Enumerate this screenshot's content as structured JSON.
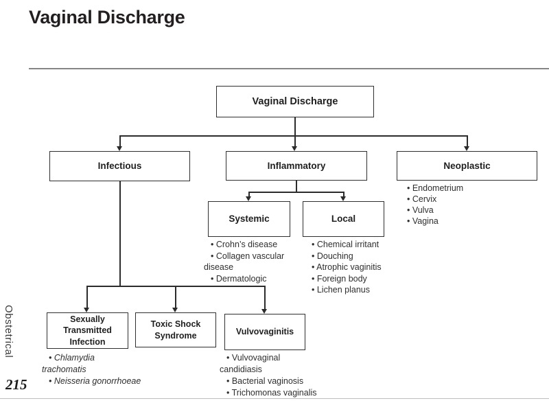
{
  "page": {
    "title": "Vaginal Discharge",
    "sidebar_label": "Obstetrical",
    "page_number": "215"
  },
  "flowchart": {
    "root_label": "Vaginal Discharge",
    "infectious_label": "Infectious",
    "inflammatory_label": "Inflammatory",
    "neoplastic_label": "Neoplastic",
    "neoplastic_items": [
      "Endometrium",
      "Cervix",
      "Vulva",
      "Vagina"
    ],
    "systemic_label": "Systemic",
    "systemic_items": [
      "Crohn’s disease",
      "Collagen vascular\ndisease",
      "Dermatologic"
    ],
    "local_label": "Local",
    "local_items": [
      "Chemical irritant",
      "Douching",
      "Atrophic vaginitis",
      "Foreign body",
      "Lichen planus"
    ],
    "sti_label": "Sexually Transmitted Infection",
    "sti_items": [
      "Chlamydia\ntrachomatis",
      "Neisseria gonorrhoeae"
    ],
    "tss_label": "Toxic Shock Syndrome",
    "vulvovaginitis_label": "Vulvovaginitis",
    "vulvovaginitis_items": [
      "Vulvovaginal\ncandidiasis",
      "Bacterial vaginosis",
      "Trichomonas vaginalis"
    ]
  },
  "colors": {
    "connector": "#2b2b2b",
    "rule": "#858585",
    "text": "#2d2d2d",
    "title": "#231f20"
  }
}
